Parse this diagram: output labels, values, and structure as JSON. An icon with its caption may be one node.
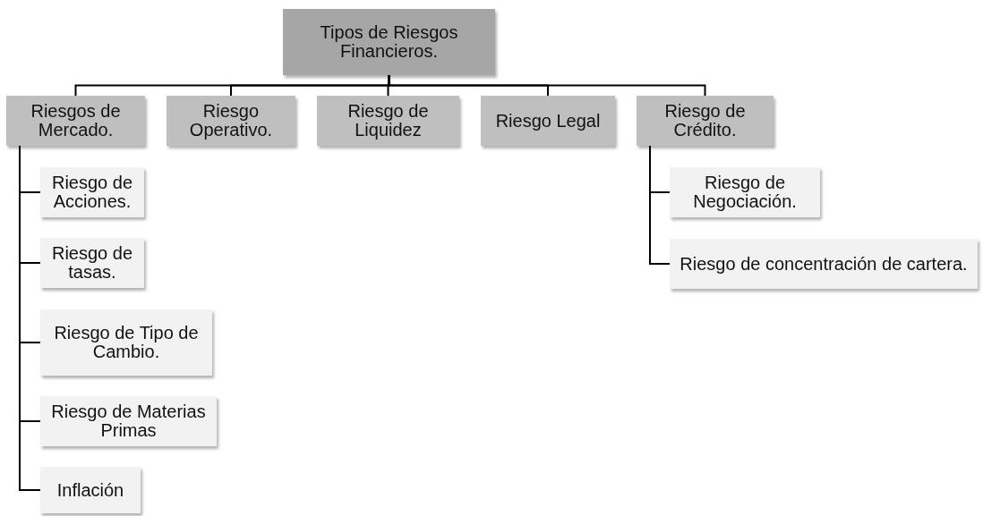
{
  "diagram": {
    "nodes": [
      {
        "text": [
          "Tipos de Riesgos Financieros."
        ]
      },
      {
        "text": [
          "Riesgos de Mercado."
        ]
      },
      {
        "text": [
          "Riesgo Operativo."
        ]
      },
      {
        "text": [
          "Riesgo de Liquidez"
        ]
      },
      {
        "text": [
          "Riesgo Legal"
        ]
      },
      {
        "text": [
          "Riesgo de Crédito."
        ]
      },
      {
        "text": [
          "Riesgo de Acciones."
        ]
      },
      {
        "text": [
          "Riesgo de tasas."
        ]
      },
      {
        "text": [
          "Riesgo de Tipo de Cambio."
        ]
      },
      {
        "text": [
          "Riesgo de Materias Primas"
        ]
      },
      {
        "text": [
          "Inflación"
        ]
      },
      {
        "text": [
          "Riesgo de Negociación."
        ]
      },
      {
        "text": [
          "Riesgo de concentración de cartera."
        ]
      }
    ],
    "edges": [
      {
        "from": 0,
        "to": 1,
        "arrow": "none"
      },
      {
        "from": 0,
        "to": 2,
        "arrow": "none"
      },
      {
        "from": 0,
        "to": 3,
        "arrow": "none"
      },
      {
        "from": 0,
        "to": 4,
        "arrow": "none"
      },
      {
        "from": 0,
        "to": 5,
        "arrow": "none"
      },
      {
        "from": 1,
        "to": 6,
        "arrow": "none"
      },
      {
        "from": 1,
        "to": 7,
        "arrow": "none"
      },
      {
        "from": 1,
        "to": 8,
        "arrow": "none"
      },
      {
        "from": 1,
        "to": 9,
        "arrow": "none"
      },
      {
        "from": 1,
        "to": 10,
        "arrow": "none"
      },
      {
        "from": 5,
        "to": 11,
        "arrow": "none"
      },
      {
        "from": 5,
        "to": 12,
        "arrow": "none"
      }
    ]
  }
}
